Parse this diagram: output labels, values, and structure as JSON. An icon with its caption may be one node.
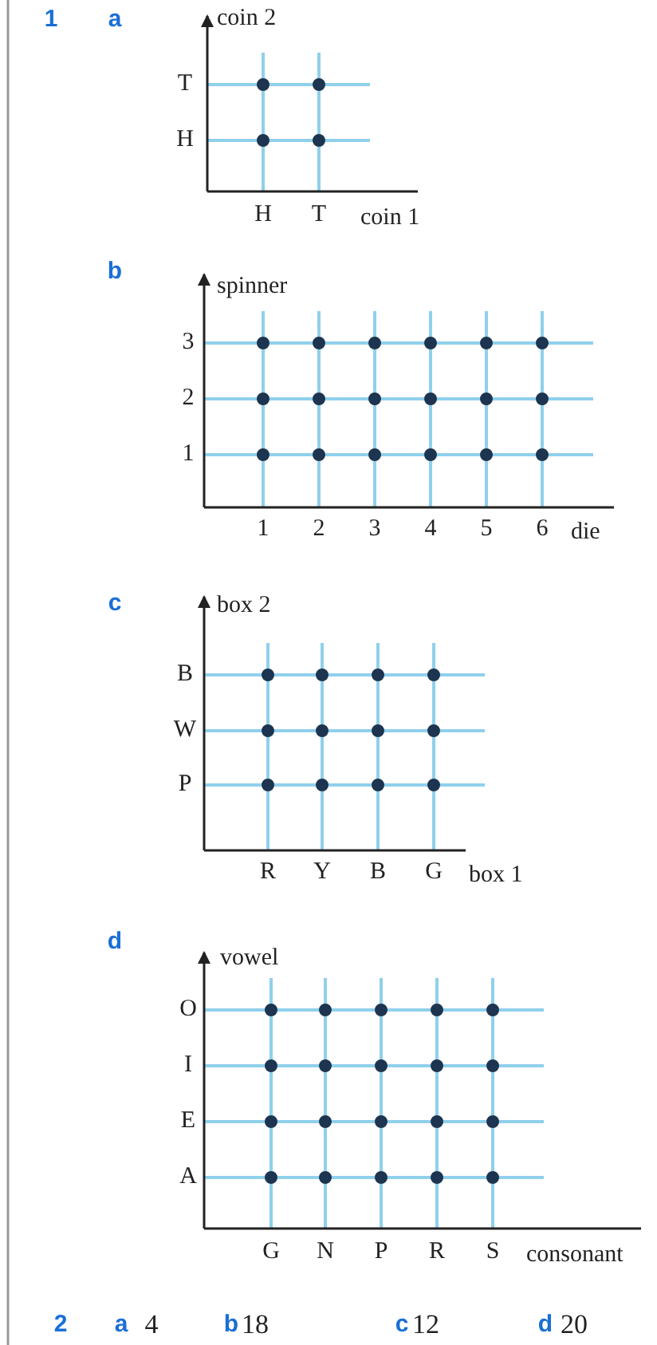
{
  "diagram": {
    "labels": [
      "1",
      "a",
      "coin 2",
      "T",
      "H",
      "H",
      "T",
      "coin 1",
      "b",
      "spinner",
      "3",
      "2",
      "1",
      "1",
      "2",
      "3",
      "4",
      "5",
      "6",
      "die",
      "c",
      "box 2",
      "B",
      "W",
      "P",
      "R",
      "Y",
      "B",
      "G",
      "box 1",
      "d",
      "vowel",
      "O",
      "I",
      "E",
      "A",
      "G",
      "N",
      "P",
      "R",
      "S",
      "consonant",
      "2",
      "a",
      "4",
      "b",
      "18",
      "c",
      "12",
      "d",
      "20"
    ]
  }
}
